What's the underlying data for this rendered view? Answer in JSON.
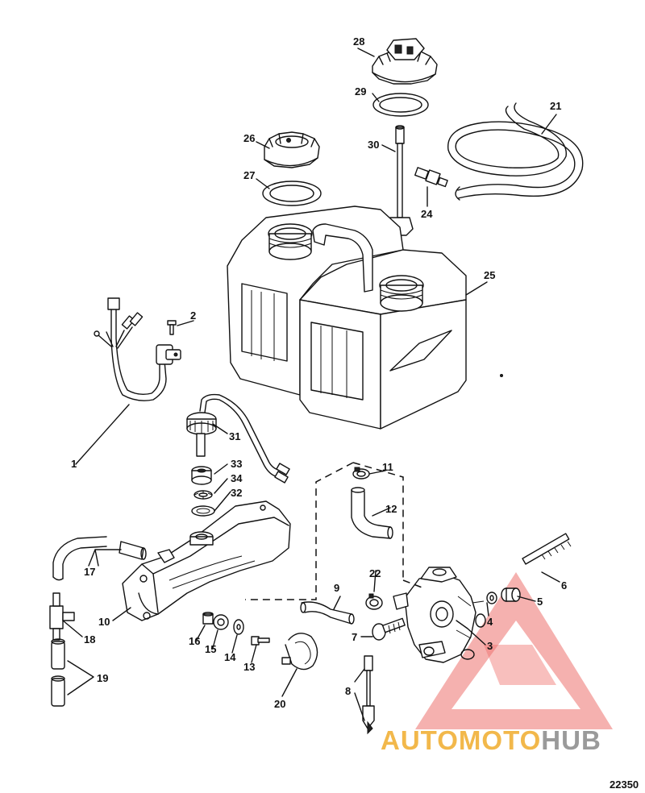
{
  "figure_number": "22350",
  "watermark": {
    "brand": "AUTOMOTOHUB",
    "color_a": "#f2b84b",
    "color_b": "#9a9a9a",
    "triangle_color": "#e8413c"
  },
  "callouts": [
    "1",
    "2",
    "3",
    "4",
    "5",
    "6",
    "7",
    "8",
    "9",
    "10",
    "11",
    "12",
    "13",
    "14",
    "15",
    "16",
    "17",
    "18",
    "19",
    "20",
    "21",
    "22",
    "24",
    "25",
    "26",
    "27",
    "28",
    "29",
    "30",
    "31",
    "32",
    "33",
    "34"
  ]
}
